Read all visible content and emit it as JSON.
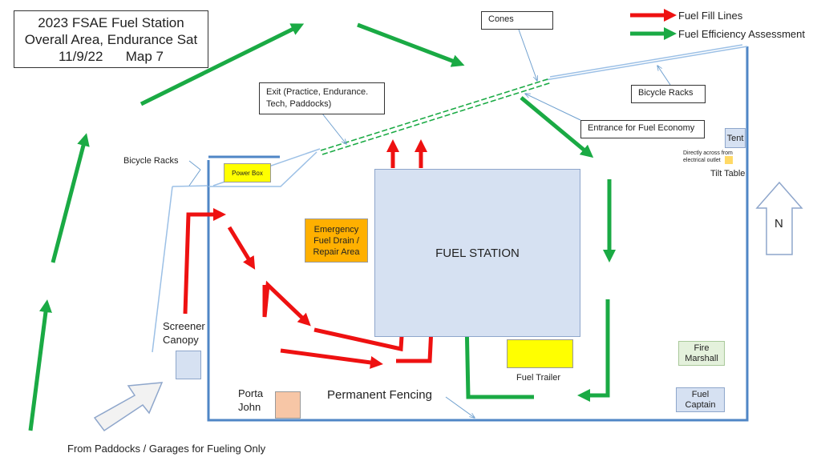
{
  "title": {
    "line1": "2023 FSAE Fuel Station",
    "line2": "Overall Area, Endurance Sat",
    "line3": "11/9/22      Map 7"
  },
  "legend": {
    "fuel_fill": "Fuel Fill Lines",
    "fuel_efficiency": "Fuel Efficiency Assessment",
    "fuel_fill_color": "#ee1111",
    "fuel_efficiency_color": "#1aaa44"
  },
  "labels": {
    "cones": "Cones",
    "exit": "Exit (Practice, Endurance.\nTech, Paddocks)",
    "bicycle_racks_right": "Bicycle Racks",
    "bicycle_racks_left": "Bicycle Racks",
    "entrance_fuel_economy": "Entrance for Fuel Economy",
    "tent": "Tent",
    "outlet_note": "Directly across from\nelectrical outlet",
    "tilt_table": "Tilt Table",
    "north": "N",
    "power_box": "Power Box",
    "emergency": "Emergency\nFuel Drain /\nRepair Area",
    "fuel_station": "FUEL STATION",
    "screener_canopy": "Screener\nCanopy",
    "fire_marshall": "Fire\nMarshall",
    "fuel_captain": "Fuel\nCaptain",
    "fuel_trailer": "Fuel Trailer",
    "porta_john": "Porta\nJohn",
    "permanent_fencing": "Permanent Fencing",
    "from_paddocks": "From Paddocks / Garages for Fueling Only"
  },
  "colors": {
    "fuel_station": "#d6e1f2",
    "power_box": "#ffff00",
    "emergency": "#ffb000",
    "fuel_trailer": "#ffff00",
    "porta_john": "#f7c6a6",
    "fire_marshall": "#e4f1dc",
    "fence": "#4f86c6"
  }
}
